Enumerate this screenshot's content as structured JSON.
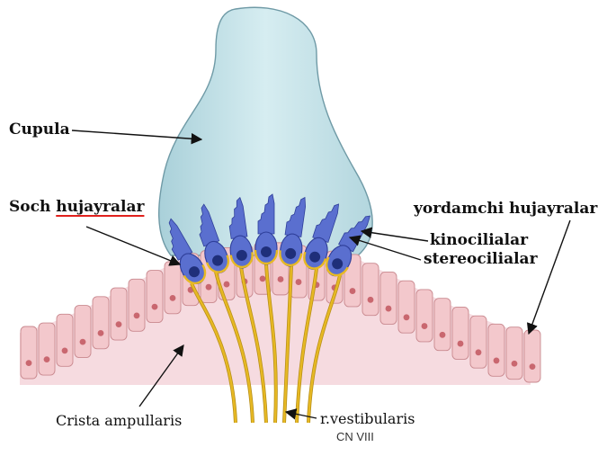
{
  "labels": {
    "cupula": "Cupula",
    "soch_word": "Soch",
    "soch_underlined": "hujayralar",
    "yordamchi": "yordamchi hujayralar",
    "kinocilialar": "kinocilialar",
    "stereocilialar": "stereocilialar",
    "crista": "Crista ampullaris",
    "vestibularis": "r.vestibularis",
    "cn": "CN VIII"
  },
  "colors": {
    "cupula_fill": "#c8e4ea",
    "cupula_stroke": "#6f9aa6",
    "epithelium_fill": "#f3c8cc",
    "epithelium_stroke": "#c9898f",
    "base_fill": "#f6dbe0",
    "nucleus": "#c9676f",
    "hair_cell": "#5a6fcf",
    "hair_cell_dark": "#2f3f9a",
    "hair_nucleus": "#1f2f7a",
    "nerve": "#e7b923",
    "nerve_stroke": "#b8901a",
    "arrow": "#111111",
    "underline": "#e0201c"
  }
}
